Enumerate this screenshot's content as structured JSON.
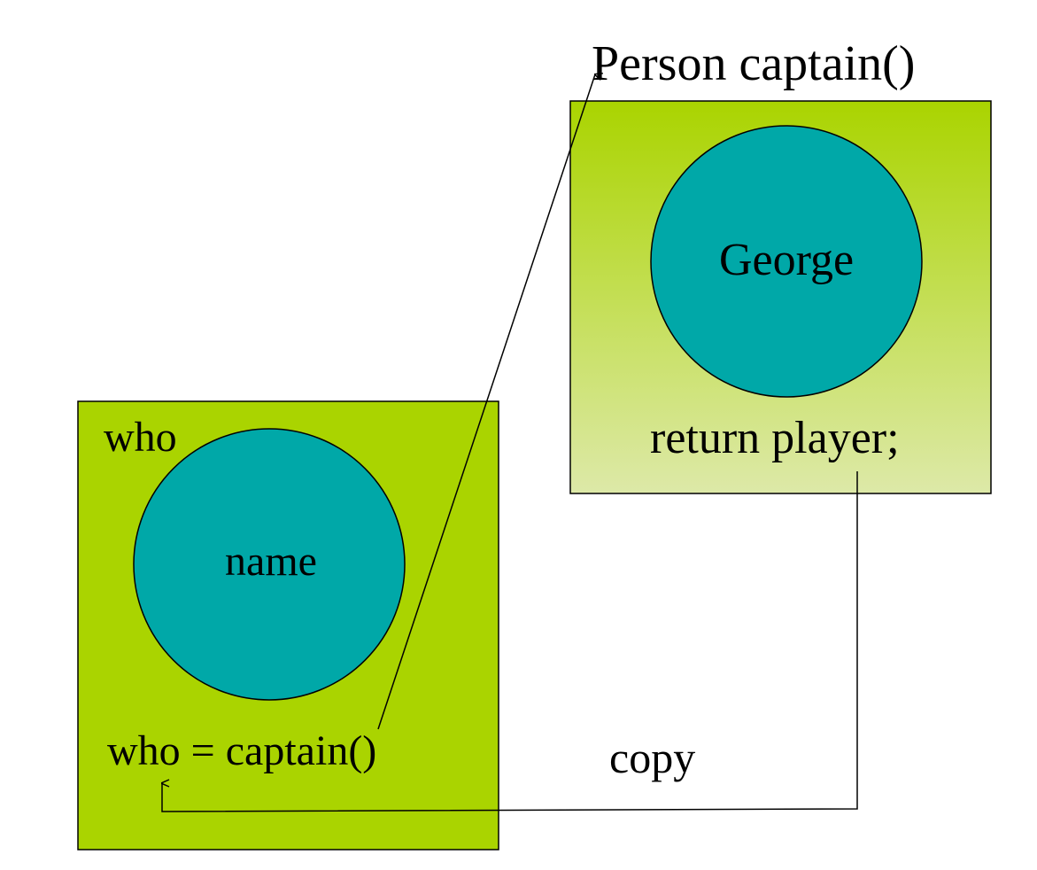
{
  "diagram": {
    "method_signature": "Person captain()",
    "method_frame": {
      "object_name": "George",
      "statement": "return player;"
    },
    "caller_frame": {
      "variable_name": "who",
      "object_name": "name",
      "statement": "who = captain()"
    },
    "copy_label": "copy"
  },
  "colors": {
    "frame_green": "#aad400",
    "frame_gradient_end": "#dde9a8",
    "object_teal": "#00a8a8",
    "line": "#000000"
  }
}
